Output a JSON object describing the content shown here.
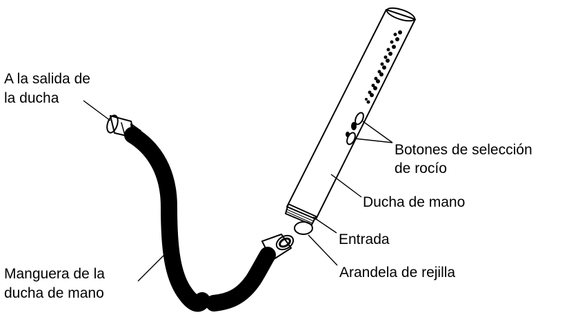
{
  "labels": {
    "shower_outlet": [
      "A la salida de",
      "la ducha"
    ],
    "spray_buttons": [
      "Botones de selección",
      "de rocío"
    ],
    "handshower": "Ducha de mano",
    "inlet": "Entrada",
    "screen_washer": "Arandela de rejilla",
    "hose": [
      "Manguera de la",
      "ducha de mano"
    ]
  }
}
